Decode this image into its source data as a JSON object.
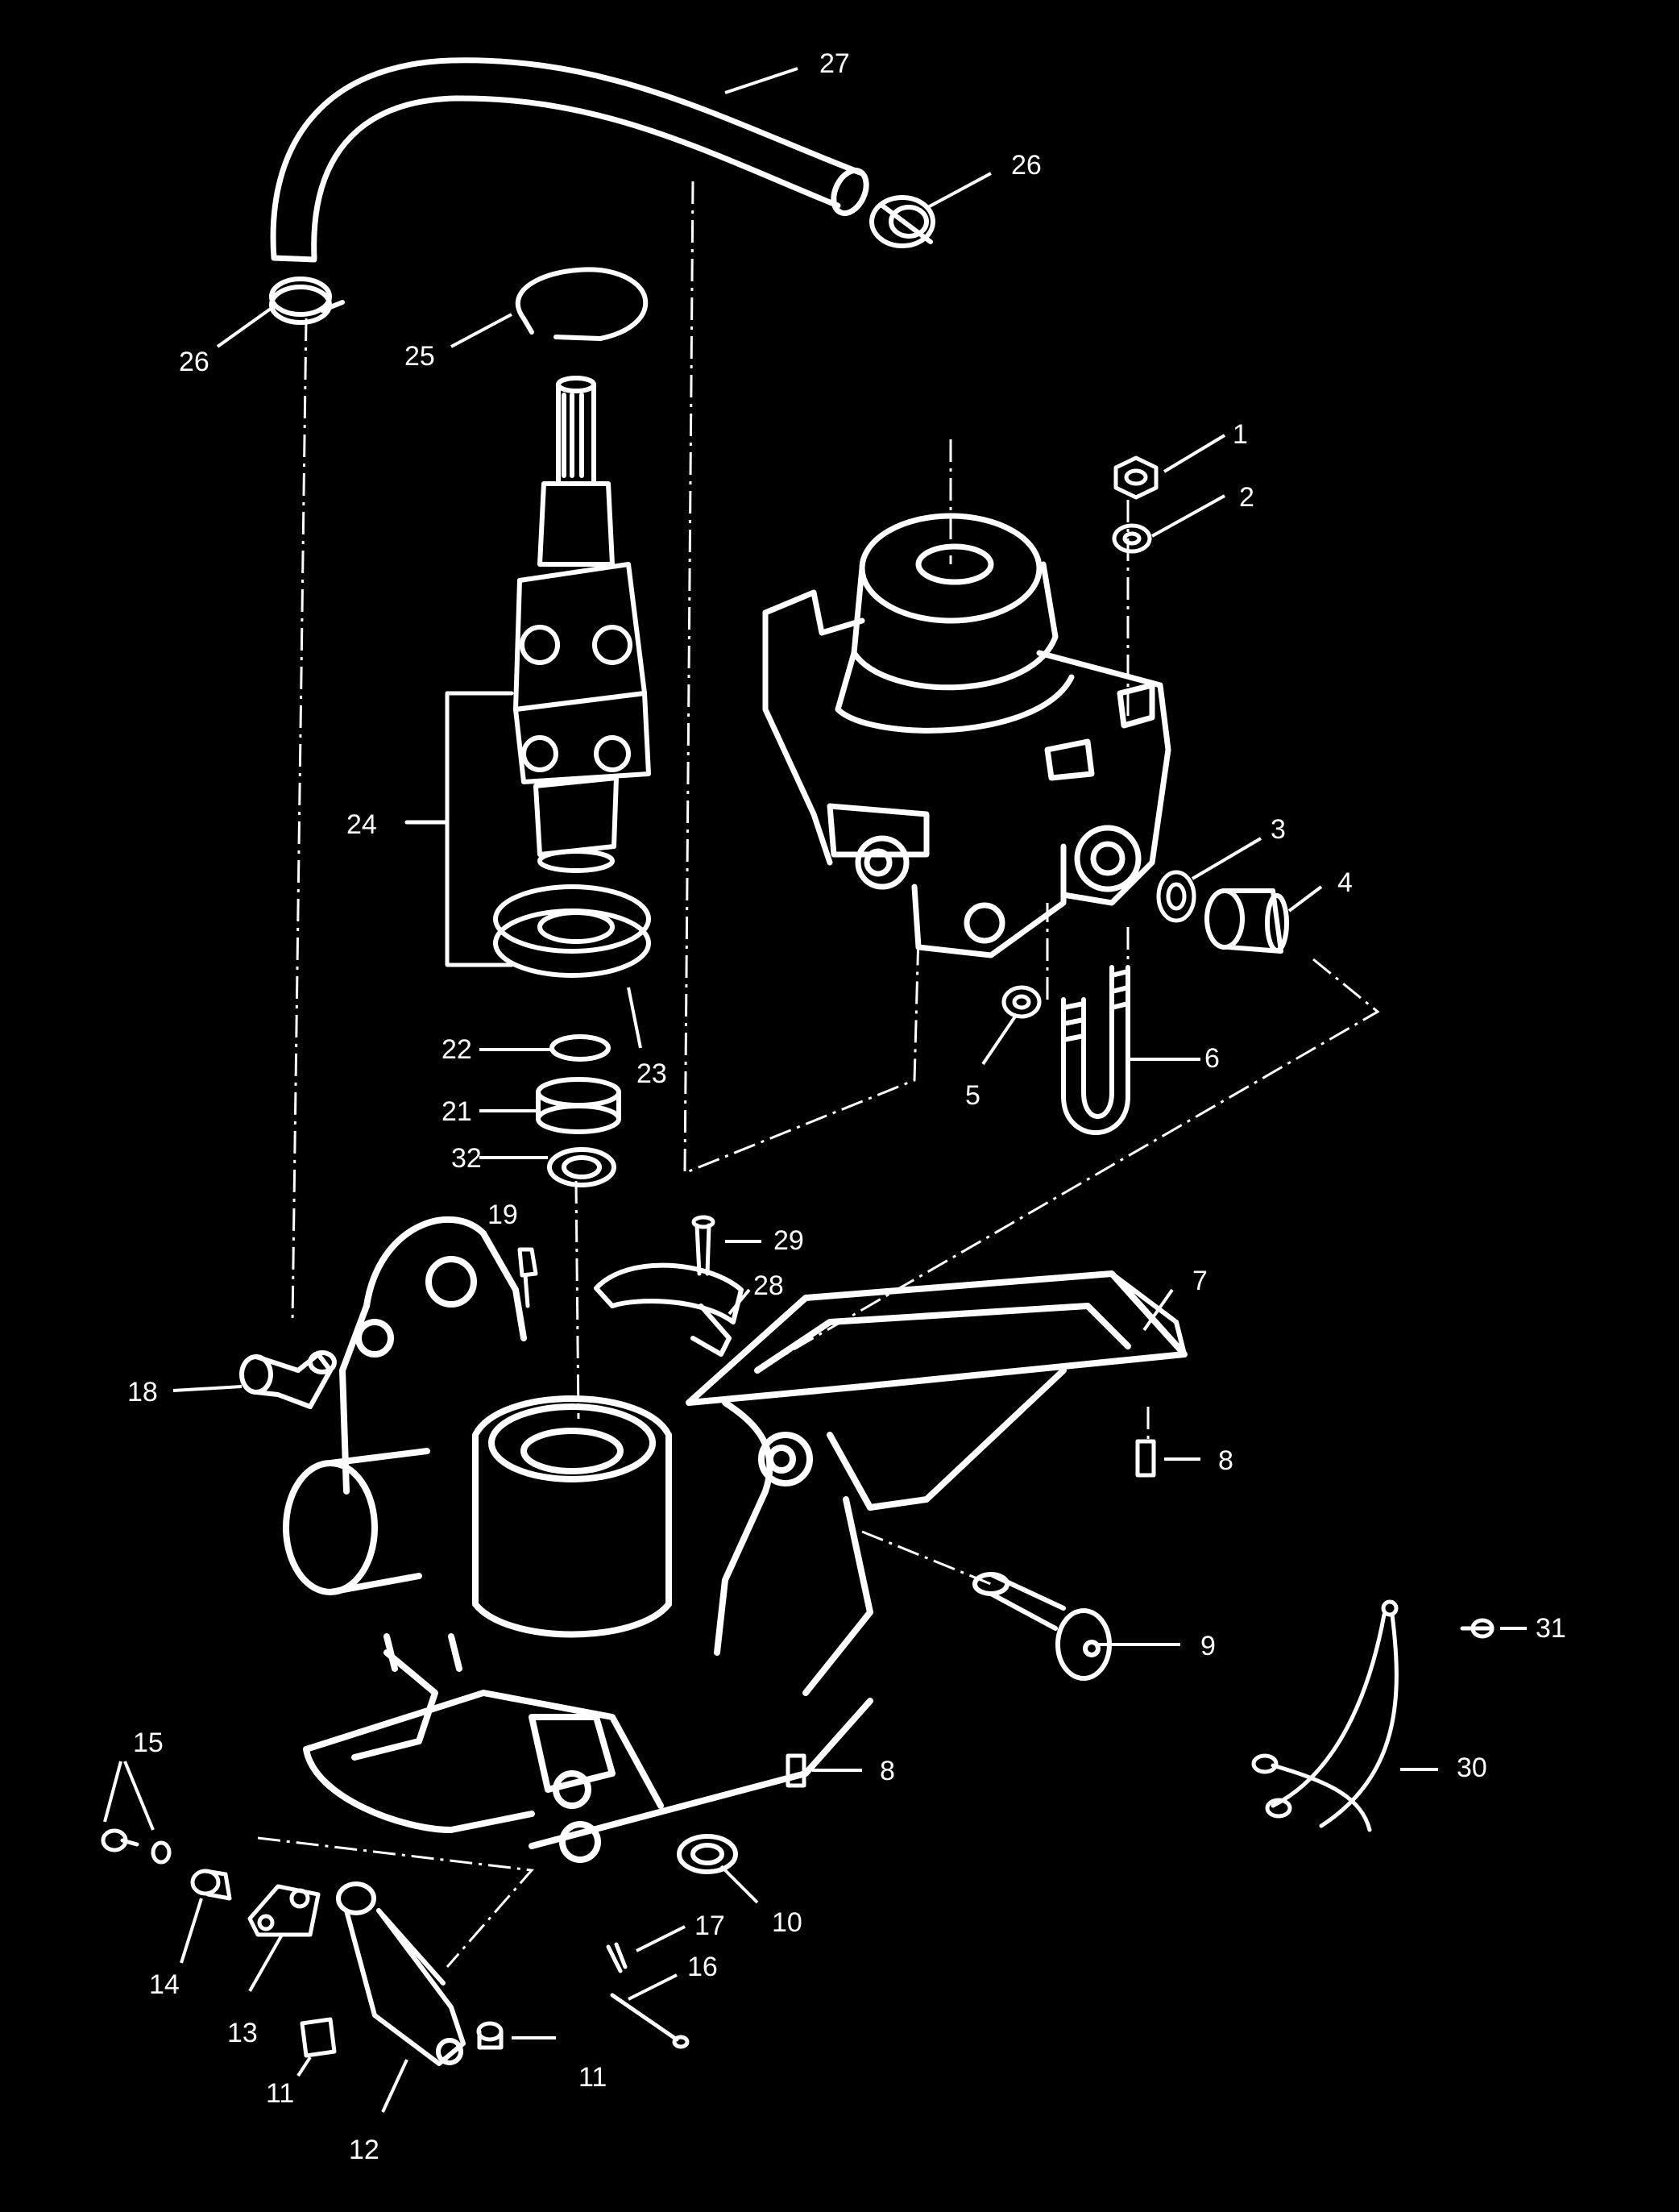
{
  "diagram": {
    "background": "#000000",
    "ink": "#ffffff",
    "callouts": [
      {
        "id": "c27",
        "text": "27"
      },
      {
        "id": "c26a",
        "text": "26"
      },
      {
        "id": "c26b",
        "text": "26"
      },
      {
        "id": "c25",
        "text": "25"
      },
      {
        "id": "c1",
        "text": "1"
      },
      {
        "id": "c2",
        "text": "2"
      },
      {
        "id": "c24",
        "text": "24"
      },
      {
        "id": "c3",
        "text": "3"
      },
      {
        "id": "c4",
        "text": "4"
      },
      {
        "id": "c22",
        "text": "22"
      },
      {
        "id": "c23",
        "text": "23"
      },
      {
        "id": "c21",
        "text": "21"
      },
      {
        "id": "c5",
        "text": "5"
      },
      {
        "id": "c6",
        "text": "6"
      },
      {
        "id": "c32",
        "text": "32"
      },
      {
        "id": "c19",
        "text": "19"
      },
      {
        "id": "c29",
        "text": "29"
      },
      {
        "id": "c28",
        "text": "28"
      },
      {
        "id": "c7",
        "text": "7"
      },
      {
        "id": "c18",
        "text": "18"
      },
      {
        "id": "c8a",
        "text": "8"
      },
      {
        "id": "c9",
        "text": "9"
      },
      {
        "id": "c31",
        "text": "31"
      },
      {
        "id": "c15",
        "text": "15"
      },
      {
        "id": "c30",
        "text": "30"
      },
      {
        "id": "c8b",
        "text": "8"
      },
      {
        "id": "c10",
        "text": "10"
      },
      {
        "id": "c17",
        "text": "17"
      },
      {
        "id": "c16",
        "text": "16"
      },
      {
        "id": "c14",
        "text": "14"
      },
      {
        "id": "c13",
        "text": "13"
      },
      {
        "id": "c11a",
        "text": "11"
      },
      {
        "id": "c11b",
        "text": "11"
      },
      {
        "id": "c12",
        "text": "12"
      }
    ]
  }
}
